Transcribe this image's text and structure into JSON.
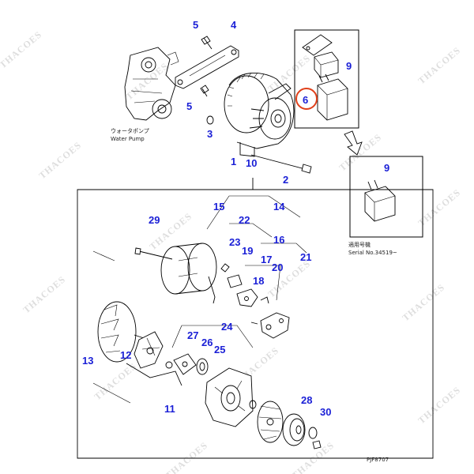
{
  "labels": {
    "p1": "1",
    "p2": "2",
    "p3": "3",
    "p4": "4",
    "p5a": "5",
    "p5b": "5",
    "p6": "6",
    "p9a": "9",
    "p9b": "9",
    "p10": "10",
    "p11": "11",
    "p12": "12",
    "p13": "13",
    "p14": "14",
    "p15": "15",
    "p16": "16",
    "p17": "17",
    "p18": "18",
    "p19": "19",
    "p20": "20",
    "p21": "21",
    "p22": "22",
    "p23": "23",
    "p24": "24",
    "p25": "25",
    "p26": "26",
    "p27": "27",
    "p28": "28",
    "p29": "29",
    "p30": "30"
  },
  "captions": {
    "water_pump_jp": "ウォータポンプ",
    "water_pump_en": "Water Pump",
    "serial_jp": "適用号機",
    "serial_en": "Serial No.34519~",
    "drawing_code": "PJF8707"
  },
  "watermark": "THACOES",
  "colors": {
    "label": "#1a1fd6",
    "highlight": "#e0401a",
    "line": "#000000"
  }
}
